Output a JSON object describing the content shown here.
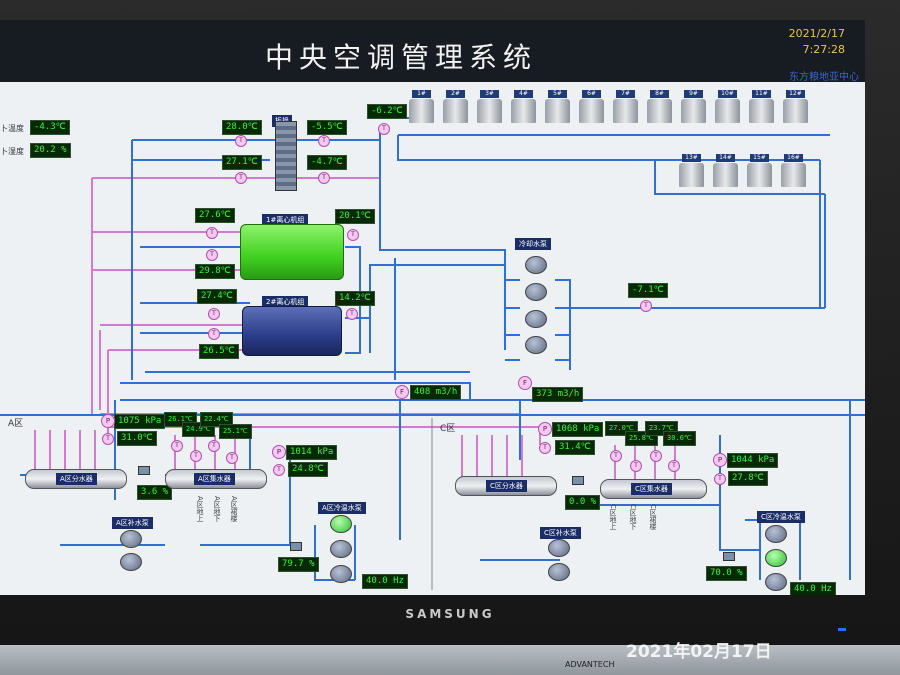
{
  "header": {
    "title": "中央空调管理系统",
    "date": "2021/2/17",
    "time": "7:27:28",
    "org": "东方粮地亚中心"
  },
  "left_panel": {
    "outdoor_temp_label": "卜温度",
    "outdoor_temp": "-4.3℃",
    "outdoor_humidity_label": "卜湿度",
    "outdoor_humidity": "20.2 %"
  },
  "heat_exchanger": {
    "label": "板换",
    "in_top": "28.0℃",
    "in_bottom": "27.1℃",
    "out_top": "-5.5℃",
    "out_bottom": "-4.7℃"
  },
  "cooling_tower_header_temp": "-6.2℃",
  "cooling_towers_row1": [
    "1#",
    "2#",
    "3#",
    "4#",
    "5#",
    "6#",
    "7#",
    "8#",
    "9#",
    "10#",
    "11#",
    "12#"
  ],
  "cooling_towers_row2": [
    "13#",
    "14#",
    "15#",
    "16#"
  ],
  "chiller1": {
    "label": "1#离心机组",
    "left_top": "27.6℃",
    "left_bottom": "29.8℃",
    "right_top": "20.1℃"
  },
  "chiller2": {
    "label": "2#离心机组",
    "left_top": "27.4℃",
    "left_bottom": "26.5℃",
    "right_top": "14.2℃"
  },
  "cooling_pumps": {
    "label": "冷却水泵",
    "return_temp": "-7.1℃"
  },
  "flows": {
    "flow_a": "408 m3/h",
    "flow_c": "373 m3/h"
  },
  "zone_a": {
    "name": "A区",
    "pressure": "1075 kPa",
    "temp": "31.0℃",
    "dist_label": "A区分水器",
    "collector_label": "A区集水器",
    "valve": "3.6 %",
    "branch_temps": [
      "26.1℃",
      "24.9℃",
      "22.4℃",
      "25.1℃"
    ],
    "branch_labels": [
      "A区地上",
      "A区地下",
      "A区裙楼"
    ],
    "return_pressure": "1014 kPa",
    "return_temp": "24.8℃",
    "makeup_label": "A区补水泵",
    "chw_pump_label": "A区冷温水泵",
    "bypass": "79.7 %",
    "freq": "40.0 Hz"
  },
  "zone_c": {
    "name": "C区",
    "pressure": "1068 kPa",
    "temp": "31.4℃",
    "dist_label": "C区分水器",
    "collector_label": "C区集水器",
    "valve": "0.0 %",
    "branch_temps": [
      "27.0℃",
      "25.8℃",
      "23.7℃",
      "30.6℃"
    ],
    "branch_labels": [
      "C区地上",
      "C区地下",
      "C区裙楼"
    ],
    "return_pressure": "1044 kPa",
    "return_temp": "27.8℃",
    "makeup_label": "C区补水泵",
    "chw_pump_label": "C区冷温水泵",
    "bypass": "70.0 %",
    "freq": "40.0 Hz"
  },
  "monitor": {
    "brand": "SAMSUNG"
  },
  "photo_stamp": "2021年02月17日",
  "keyboard_brand": "ADVANTECH",
  "colors": {
    "supply_pipe": "#2f6fd6",
    "return_pipe": "#d37ad0",
    "value_bg": "#062a06",
    "value_fg": "#39f239"
  }
}
